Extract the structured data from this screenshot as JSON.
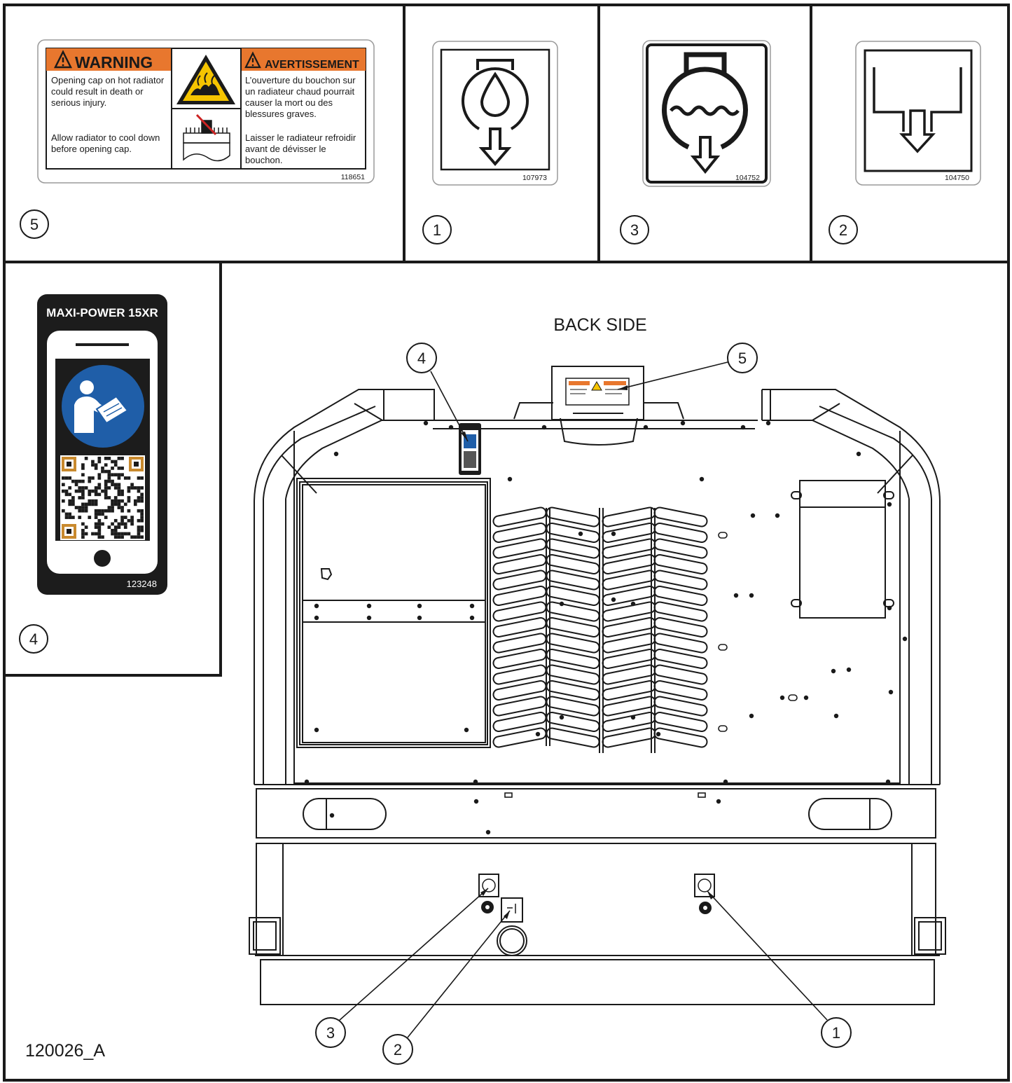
{
  "drawing_id": "120026_A",
  "view_title": "BACK SIDE",
  "colors": {
    "line": "#1a1a1a",
    "warning_orange": "#e8772e",
    "caution_yellow": "#f5c400",
    "manual_blue": "#1f5ea8",
    "decal_dark": "#1c1c1c"
  },
  "decals": {
    "radiator_warning": {
      "callout": "5",
      "part_number": "118651",
      "en_header": "WARNING",
      "fr_header": "AVERTISSEMENT",
      "en_line_1": "Opening cap on hot radiator",
      "en_line_2": "could result in death or",
      "en_line_3": "serious injury.",
      "en_line_4": "Allow radiator to cool down",
      "en_line_5": "before opening cap.",
      "fr_line_1": "L’ouverture du bouchon sur",
      "fr_line_2": "un radiateur chaud pourrait",
      "fr_line_3": "causer la mort ou des",
      "fr_line_4": "blessures graves.",
      "fr_line_5": "Laisser le radiateur refroidir",
      "fr_line_6": "avant de dévisser le",
      "fr_line_7": "bouchon.",
      "icons": [
        "hot-radiator-hazard-icon",
        "no-open-cap-icon"
      ]
    },
    "oil_drain": {
      "callout": "1",
      "part_number": "107973",
      "icon": "oil-drain-icon"
    },
    "coolant_drain": {
      "callout": "3",
      "part_number": "104752",
      "icon": "coolant-drain-icon"
    },
    "fuel_drain": {
      "callout": "2",
      "part_number": "104750",
      "icon": "fuel-tank-drain-icon"
    },
    "manual_qr": {
      "callout": "4",
      "part_number": "123248",
      "title": "MAXI-POWER 15XR",
      "icons": [
        "read-manual-icon",
        "qr-code-icon"
      ]
    }
  },
  "callouts": {
    "top_4": "4",
    "top_5": "5",
    "bottom_3": "3",
    "bottom_2": "2",
    "bottom_1": "1"
  }
}
